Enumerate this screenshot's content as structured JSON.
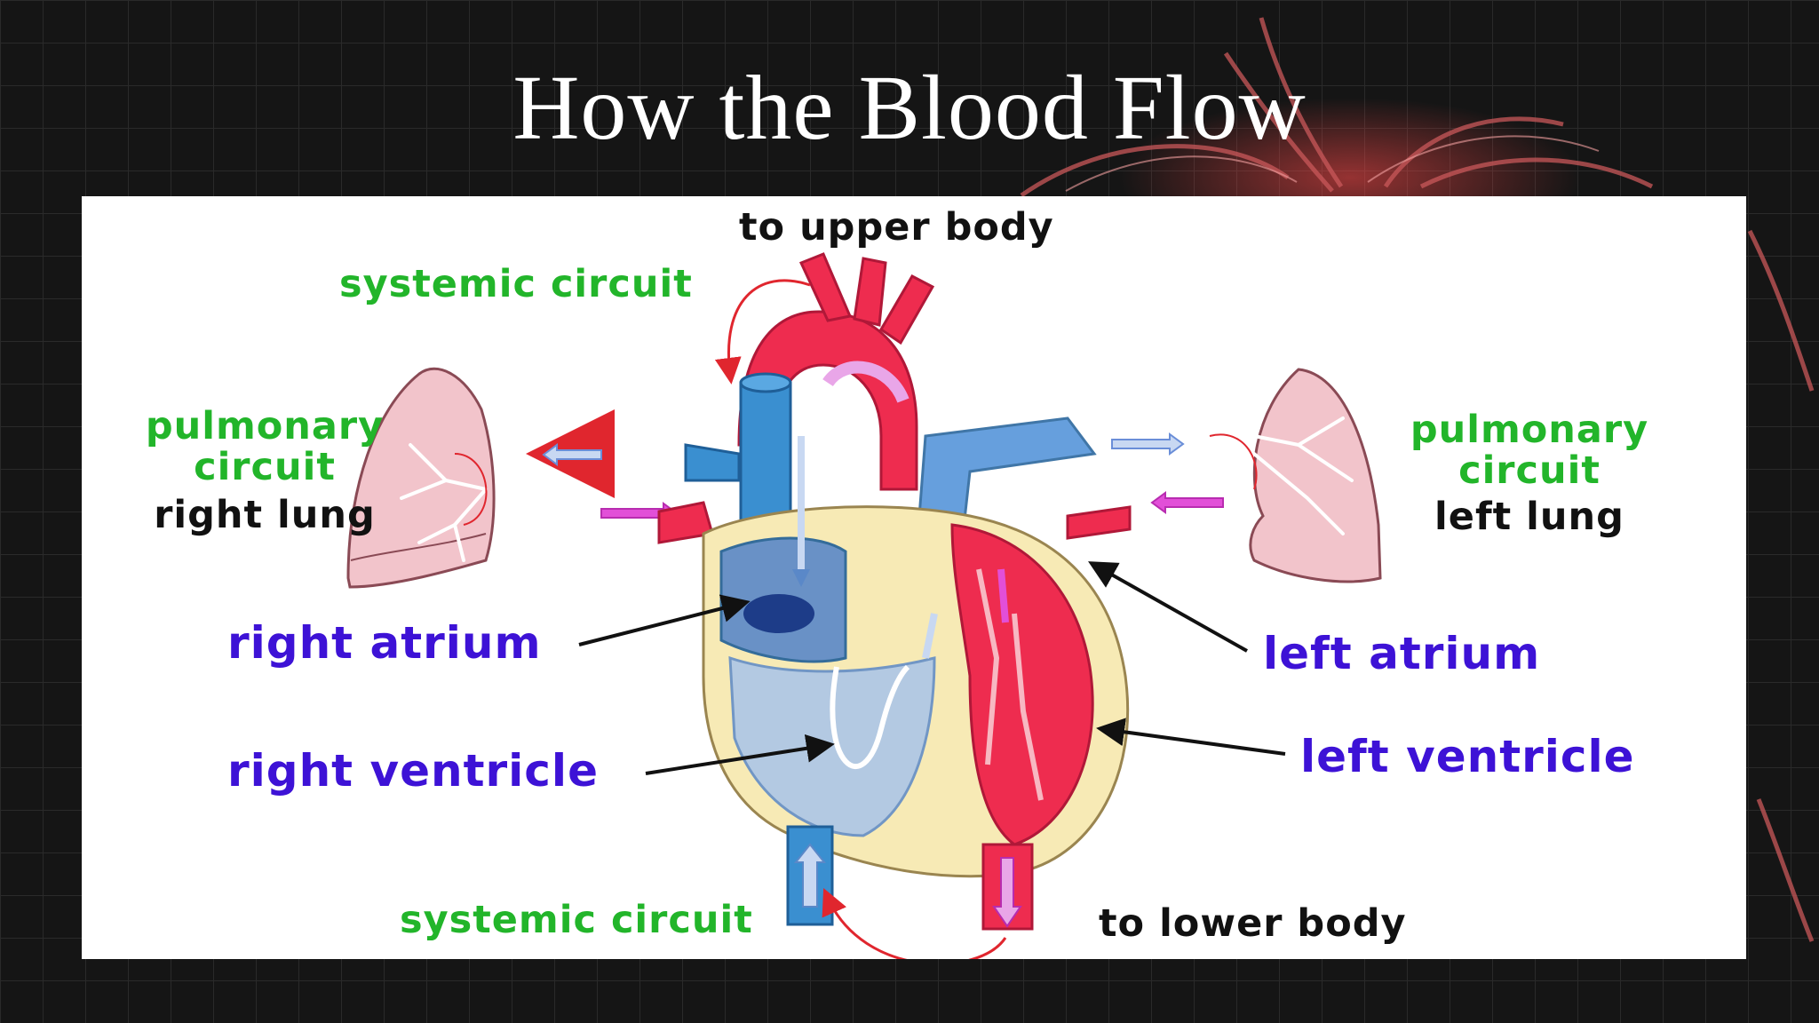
{
  "slide": {
    "title": "How the Blood Flow"
  },
  "diagram": {
    "labels": {
      "to_upper_body": "to upper body",
      "to_lower_body": "to lower body",
      "systemic_circuit_top": "systemic circuit",
      "systemic_circuit_bottom": "systemic circuit",
      "pulmonary_circuit_right": "pulmonary\ncircuit",
      "right_lung": "right lung",
      "pulmonary_circuit_left": "pulmonary\ncircuit",
      "left_lung": "left lung",
      "right_atrium": "right atrium",
      "right_ventricle": "right ventricle",
      "left_atrium": "left atrium",
      "left_ventricle": "left ventricle"
    },
    "colors": {
      "circuit_label": "#22b52a",
      "chamber_label": "#3d12d6",
      "oxygenated": "#ee2c4f",
      "deoxygenated": "#3a8fd0",
      "heart_wall": "#f7eab5",
      "lung": "#f0c0c8"
    }
  }
}
